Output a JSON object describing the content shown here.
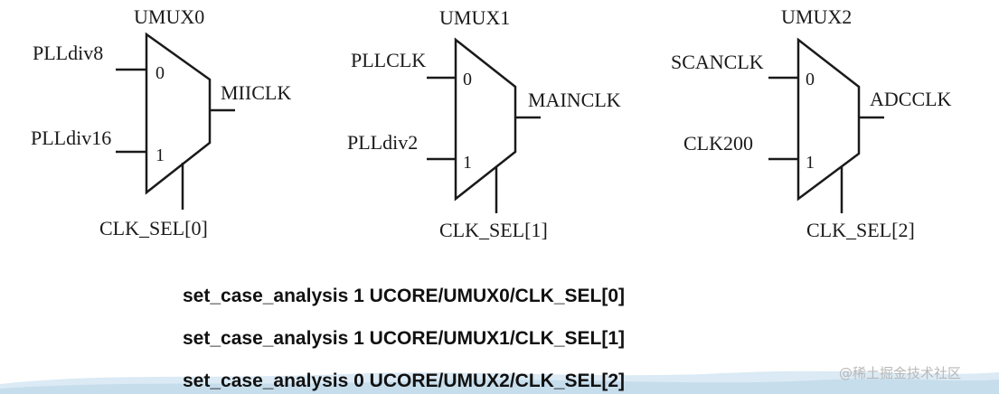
{
  "muxes": [
    {
      "name": "UMUX0",
      "input0": "PLLdiv8",
      "input1": "PLLdiv16",
      "output": "MIICLK",
      "select": "CLK_SEL[0]",
      "pin0": "0",
      "pin1": "1"
    },
    {
      "name": "UMUX1",
      "input0": "PLLCLK",
      "input1": "PLLdiv2",
      "output": "MAINCLK",
      "select": "CLK_SEL[1]",
      "pin0": "0",
      "pin1": "1"
    },
    {
      "name": "UMUX2",
      "input0": "SCANCLK",
      "input1": "CLK200",
      "output": "ADCCLK",
      "select": "CLK_SEL[2]",
      "pin0": "0",
      "pin1": "1"
    }
  ],
  "commands": [
    "set_case_analysis 1 UCORE/UMUX0/CLK_SEL[0]",
    "set_case_analysis 1 UCORE/UMUX1/CLK_SEL[1]",
    "set_case_analysis 0 UCORE/UMUX2/CLK_SEL[2]"
  ],
  "watermark": "@稀土掘金技术社区",
  "colors": {
    "ink": "#1a1a1a",
    "wave": "#cfe3f0"
  }
}
